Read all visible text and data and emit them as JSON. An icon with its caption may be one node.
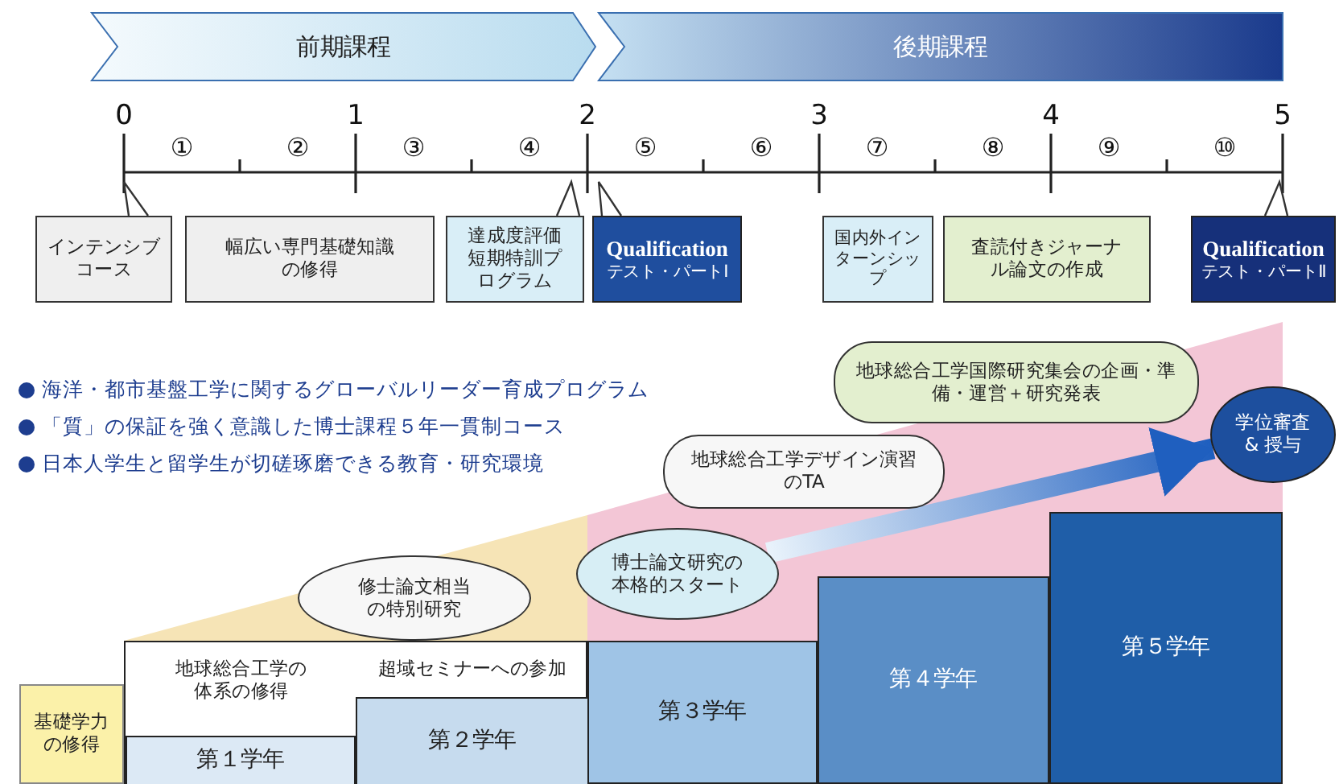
{
  "diagram": {
    "nodes": [
      {
        "text": [
          "前期課程"
        ]
      },
      {
        "text": [
          "後期課程"
        ]
      },
      {
        "text": [
          "インテンシブコース"
        ]
      },
      {
        "text": [
          "幅広い専門基礎知識の修得"
        ]
      },
      {
        "text": [
          "達成度評価短期特訓プログラム"
        ]
      },
      {
        "text": [
          "Qualification",
          "テスト・パートⅠ"
        ]
      },
      {
        "text": [
          "国内外インターンシップ"
        ]
      },
      {
        "text": [
          "査読付きジャーナル論文の作成"
        ]
      },
      {
        "text": [
          "Qualification",
          "テスト・パートⅡ"
        ]
      },
      {
        "text": [
          "地球総合工学国際研究集会の企画・準備・運営＋研究発表"
        ]
      },
      {
        "text": [
          "学位審査 & 授与"
        ]
      },
      {
        "text": [
          "地球総合工学デザイン演習のTA"
        ]
      },
      {
        "text": [
          "博士論文研究の本格的スタート"
        ]
      },
      {
        "text": [
          "修士論文相当の特別研究"
        ]
      },
      {
        "text": [
          "地球総合工学の体系の修得",
          "超域セミナーへの参加"
        ]
      },
      {
        "text": [
          "基礎学力の修得"
        ]
      },
      {
        "text": [
          "第１学年"
        ],
        "in": 14
      },
      {
        "text": [
          "第２学年"
        ],
        "in": 14
      },
      {
        "text": [
          "第３学年"
        ]
      },
      {
        "text": [
          "第４学年"
        ]
      },
      {
        "text": [
          "第５学年"
        ]
      }
    ],
    "edges": [
      {
        "from": 12,
        "to": 10,
        "arrow": "to",
        "style": "thick"
      }
    ],
    "labels": [
      "0",
      "1",
      "2",
      "3",
      "4",
      "5",
      "①",
      "②",
      "③",
      "④",
      "⑤",
      "⑥",
      "⑦",
      "⑧",
      "⑨",
      "⑩",
      "海洋・都市基盤工学に関するグローバルリーダー育成プログラム",
      "「質」の保証を強く意識した博士課程５年一貫制コース",
      "日本人学生と留学生が切磋琢磨できる教育・研究環境"
    ]
  }
}
